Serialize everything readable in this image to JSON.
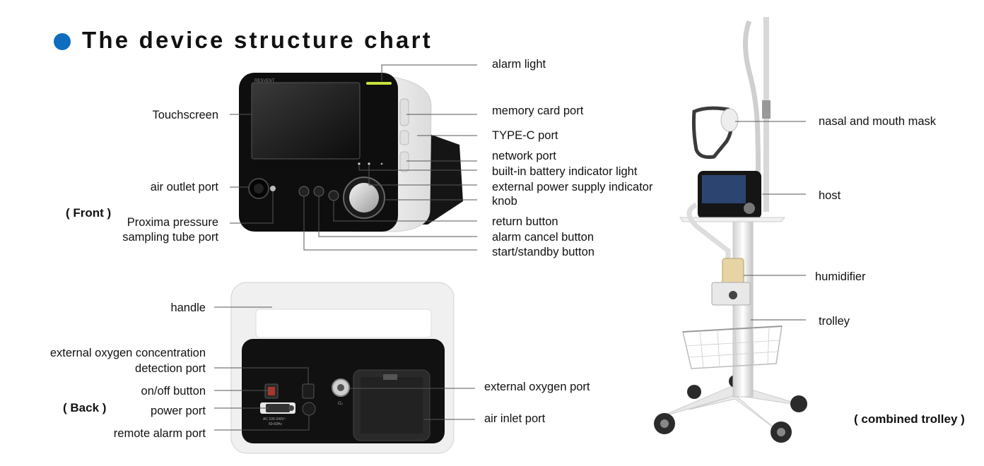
{
  "title": "The device structure chart",
  "sections": {
    "front": "( Front )",
    "back": "( Back )",
    "trolley": "( combined trolley )"
  },
  "labels": {
    "front_right": [
      "alarm light",
      "memory card port",
      "TYPE-C port",
      "network port",
      "built-in battery indicator light",
      "external power supply indicator",
      "knob",
      "return button",
      "alarm cancel button",
      "start/standby button"
    ],
    "front_left": {
      "touchscreen": "Touchscreen",
      "air_outlet": "air outlet port",
      "proxima_line1": "Proxima pressure",
      "proxima_line2": "sampling tube port"
    },
    "back_left": {
      "handle": "handle",
      "oxygen_detect_line1": "external oxygen concentration",
      "oxygen_detect_line2": "detection port",
      "onoff": "on/off button",
      "power": "power port",
      "remote_alarm": "remote alarm port"
    },
    "back_right": {
      "ext_oxygen": "external oxygen port",
      "air_inlet": "air inlet port"
    },
    "trolley": {
      "mask": "nasal and mouth mask",
      "host": "host",
      "humidifier": "humidifier",
      "trolley": "trolley"
    }
  },
  "device_text": {
    "brand": "RESVENT",
    "power_rating_1": "AC 100-240V~",
    "power_rating_2": "50-60Hz",
    "oxygen_symbol": "O₂"
  },
  "colors": {
    "accent": "#0f6dbf",
    "alarm_light": "#c8e23a",
    "device_black": "#111111",
    "device_white": "#f2f2f2"
  }
}
